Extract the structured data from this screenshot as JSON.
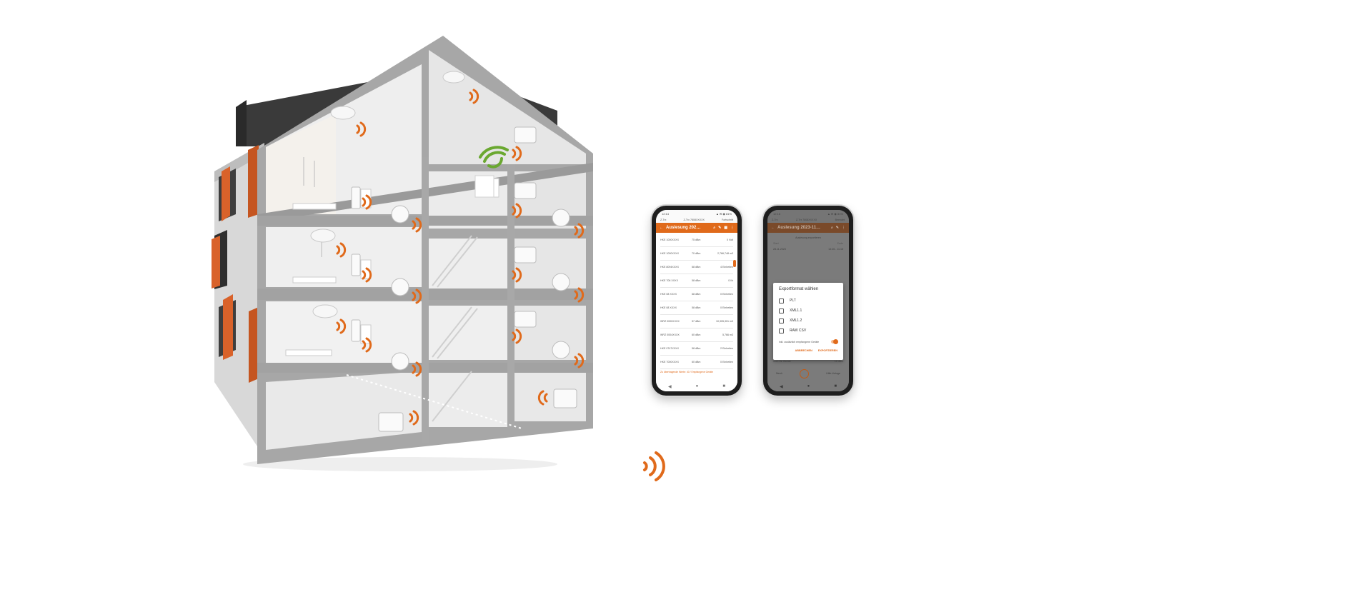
{
  "colors": {
    "accent": "#e06a1b",
    "signal_green": "#6aa830",
    "wall_gray": "#9d9d9d"
  },
  "phone_list": {
    "status_time": "12:14",
    "status_icons": "▲ ✉ ◉ 81%",
    "subbar_left": "Z-Trx",
    "subbar_center": "Z-Trx 7808XXXXX",
    "subbar_right": "Fortschritt",
    "appbar_title": "Auslesung 202…",
    "rows": [
      {
        "id": "HKE 1000XXXX",
        "signal": "75 dBm",
        "value": "0 Volt"
      },
      {
        "id": "HKE 1000XXXX",
        "signal": "70 dBm",
        "value": "2,766,748 m3"
      },
      {
        "id": "HKE 8094XXXX",
        "signal": "68 dBm",
        "value": "4 Einheiten"
      },
      {
        "id": "HKE 706 XXXX",
        "signal": "58 dBm",
        "value": "0 l/h"
      },
      {
        "id": "HKE 08 XXXX",
        "signal": "68 dBm",
        "value": "0 Einheiten"
      },
      {
        "id": "HKE 08 XXXX",
        "signal": "58 dBm",
        "value": "0 Einheiten"
      },
      {
        "id": "WRZ 0000XXXX",
        "signal": "57 dBm",
        "value": "10,305,301 m3"
      },
      {
        "id": "WRZ 0004XXXX",
        "signal": "60 dBm",
        "value": "5,766 m3"
      },
      {
        "id": "HKE 0747XXXX",
        "signal": "58 dBm",
        "value": "2 Einheiten"
      },
      {
        "id": "HKE 7000XXXX",
        "signal": "60 dBm",
        "value": "0 Einheiten"
      }
    ],
    "note": "Zu übertragende Werte: 40 / Empfangene Geräte"
  },
  "phone_export": {
    "status_time": "12:16",
    "status_icons": "▲ ✉ ◉ 81%",
    "subbar_left": "Z-Trx",
    "subbar_center": "Z-Trx 7808XXXXX",
    "subbar_right": "Beendet",
    "appbar_title": "Auslesung 2023-11…",
    "info_header": "Auslesung exportieren",
    "date_label": "Start",
    "date_value": "28.11.2023",
    "time_label": "Ende",
    "time_value": "13:45 - 11:15",
    "dialog_title": "Exportformat wählen",
    "options": [
      "PLT",
      "XML1.1",
      "XML1.2",
      "RAW CSV"
    ],
    "toggle_label": "inkl. zusätzlich empfangene Geräte",
    "btn_cancel": "ABBRECHEN",
    "btn_export": "EXPORTIEREN",
    "footer_left": "Wert für Geräte",
    "footer_mid": "12 dBm",
    "tab_left": "Menü",
    "tab_right": "Hilfe-Vorlage"
  }
}
